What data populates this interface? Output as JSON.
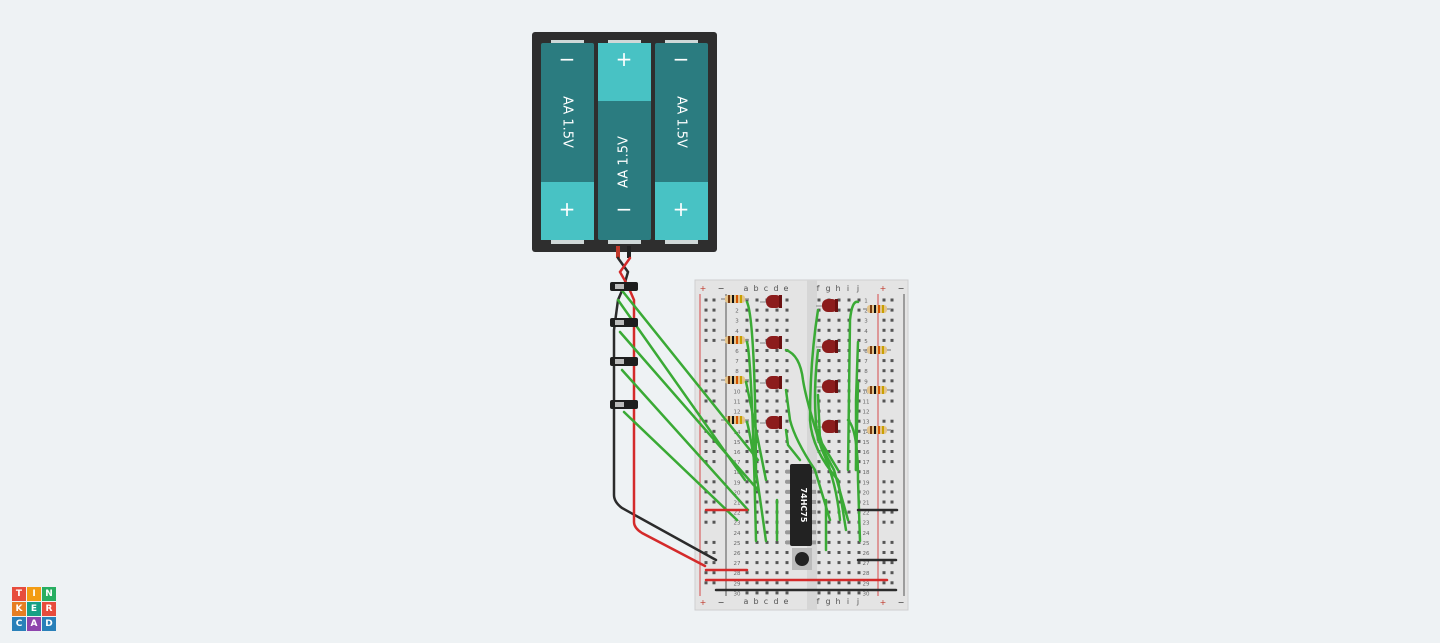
{
  "battery": {
    "cells": [
      {
        "label": "AA 1.5V",
        "top_sign": "−",
        "bottom_sign": "+"
      },
      {
        "label": "AA 1.5V",
        "top_sign": "+",
        "bottom_sign": "−"
      },
      {
        "label": "AA 1.5V",
        "top_sign": "−",
        "bottom_sign": "+"
      }
    ]
  },
  "breadboard": {
    "rail_plus": "+",
    "rail_minus": "−",
    "columns_left": [
      "a",
      "b",
      "c",
      "d",
      "e"
    ],
    "columns_right": [
      "f",
      "g",
      "h",
      "i",
      "j"
    ],
    "row_numbers": [
      "1",
      "2",
      "3",
      "4",
      "5",
      "6",
      "7",
      "8",
      "9",
      "10",
      "11",
      "12",
      "13",
      "14",
      "15",
      "16",
      "17",
      "18",
      "19",
      "20",
      "21",
      "22",
      "23",
      "24",
      "25",
      "26",
      "27",
      "28",
      "29",
      "30"
    ]
  },
  "chip": {
    "label": "74HC75"
  },
  "logo": {
    "letters": [
      "T",
      "I",
      "N",
      "K",
      "E",
      "R",
      "C",
      "A",
      "D"
    ]
  },
  "colors": {
    "background": "#eef2f4",
    "battery_cell": "#2b7c80",
    "battery_terminal": "#48c2c4",
    "wire_green": "#3aaa35",
    "wire_red": "#d42a2a",
    "wire_black": "#2b2b2b",
    "led": "#8c1c1c",
    "chip": "#222222",
    "logo": [
      "#e74c3c",
      "#f39c12",
      "#27ae60",
      "#e67e22",
      "#16a085",
      "#e74c3c",
      "#2980b9",
      "#8e44ad",
      "#2980b9"
    ]
  }
}
